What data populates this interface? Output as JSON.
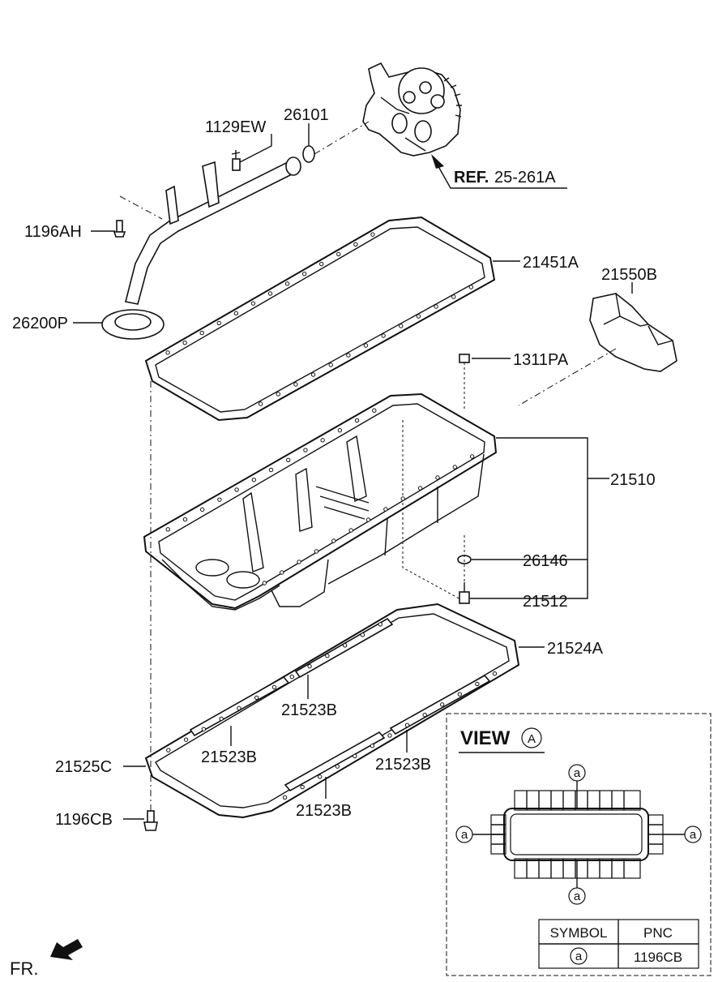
{
  "labels": {
    "p1129EW": "1129EW",
    "p26101": "26101",
    "ref_bold": "REF.",
    "ref_num": "25-261A",
    "p1196AH": "1196AH",
    "p21451A": "21451A",
    "p21550B": "21550B",
    "p26200P": "26200P",
    "p1311PA": "1311PA",
    "p21510": "21510",
    "p26146": "26146",
    "p21512": "21512",
    "p21524A": "21524A",
    "p21523B_1": "21523B",
    "p21523B_2": "21523B",
    "p21523B_3": "21523B",
    "p21523B_4": "21523B",
    "p21525C": "21525C",
    "p1196CB": "1196CB",
    "fr": "FR."
  },
  "view": {
    "title": "VIEW",
    "letter": "A",
    "marker": "a"
  },
  "symbol_table": {
    "headers": [
      "SYMBOL",
      "PNC"
    ],
    "rows": [
      [
        "a",
        "1196CB"
      ]
    ]
  }
}
